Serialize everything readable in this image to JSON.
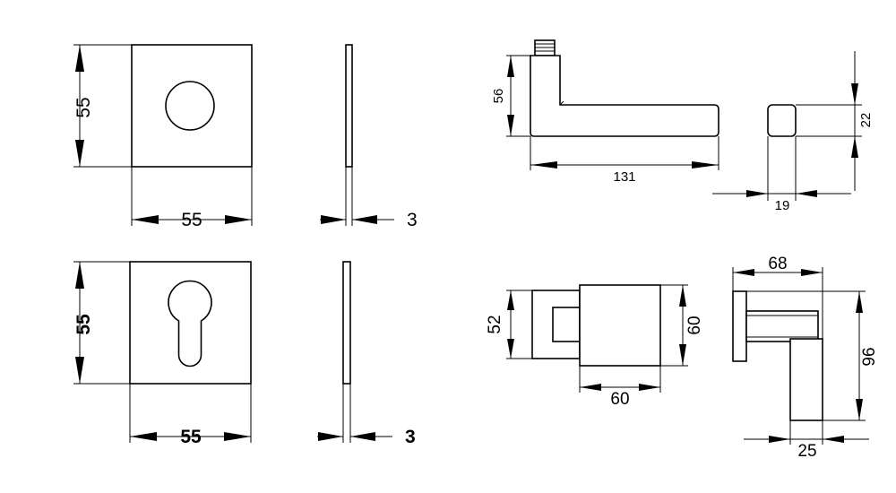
{
  "dimensions": {
    "rosette_height": "55",
    "rosette_width": "55",
    "rosette_thickness": "3",
    "escutcheon_height": "55",
    "escutcheon_width": "55",
    "escutcheon_thickness": "3",
    "handle_height": "56",
    "handle_length": "131",
    "handle_grip_height": "22",
    "handle_grip_width": "19",
    "top_base_height": "52",
    "top_rose_height": "60",
    "top_rose_width": "60",
    "side_projection": "68",
    "side_height": "96",
    "side_grip_width": "25"
  }
}
